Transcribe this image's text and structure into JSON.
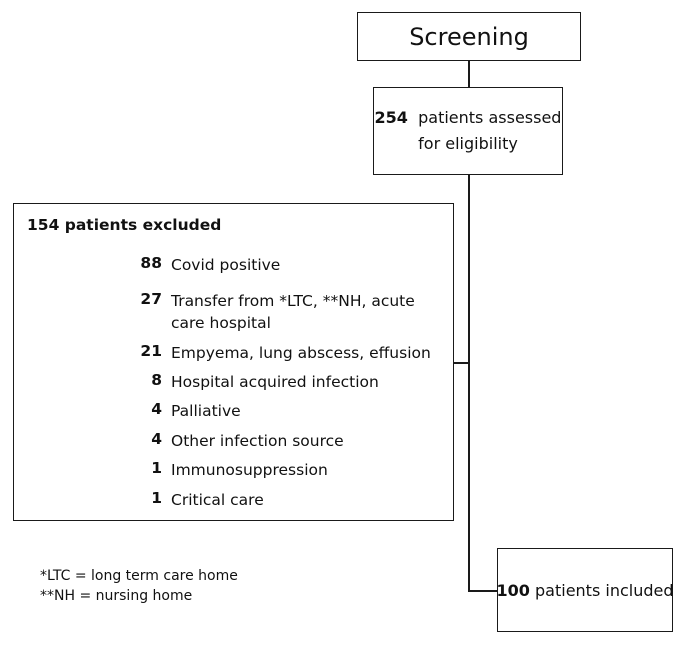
{
  "screening": {
    "label": "Screening"
  },
  "assessed": {
    "count": "254",
    "line1": "patients assessed",
    "line2": "for eligibility"
  },
  "excluded": {
    "title": "154 patients excluded",
    "reasons": [
      {
        "count": "88",
        "label": "Covid positive"
      },
      {
        "count": "27",
        "label": "Transfer from *LTC, **NH, acute",
        "label2": "care hospital"
      },
      {
        "count": "21",
        "label": "Empyema, lung abscess, effusion"
      },
      {
        "count": "8",
        "label": "Hospital acquired infection"
      },
      {
        "count": "4",
        "label": "Palliative"
      },
      {
        "count": "4",
        "label": "Other infection source"
      },
      {
        "count": "1",
        "label": "Immunosuppression"
      },
      {
        "count": "1",
        "label": "Critical care"
      }
    ]
  },
  "included": {
    "count": "100",
    "label": "patients included"
  },
  "footnotes": [
    "*LTC = long term care home",
    "**NH = nursing home"
  ]
}
